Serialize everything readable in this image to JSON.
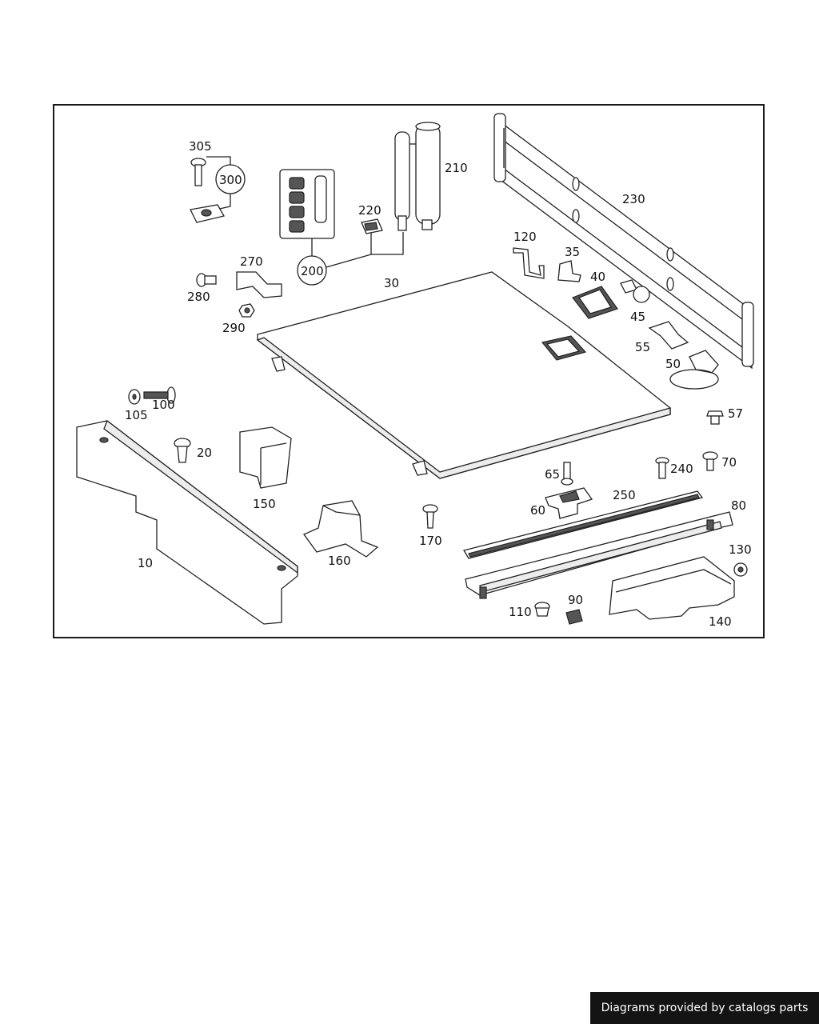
{
  "footer": {
    "credit": "Diagrams provided by catalogs parts"
  },
  "parts": {
    "p305": "305",
    "p300": "300",
    "p200": "200",
    "p210": "210",
    "p220": "220",
    "p230": "230",
    "p270": "270",
    "p280": "280",
    "p290": "290",
    "p30": "30",
    "p120": "120",
    "p35": "35",
    "p40": "40",
    "p45": "45",
    "p55": "55",
    "p50": "50",
    "p57": "57",
    "p100": "100",
    "p105": "105",
    "p20": "20",
    "p150": "150",
    "p10": "10",
    "p160": "160",
    "p170": "170",
    "p65": "65",
    "p60": "60",
    "p250": "250",
    "p240": "240",
    "p70": "70",
    "p80": "80",
    "p130": "130",
    "p110": "110",
    "p90": "90",
    "p140": "140"
  }
}
